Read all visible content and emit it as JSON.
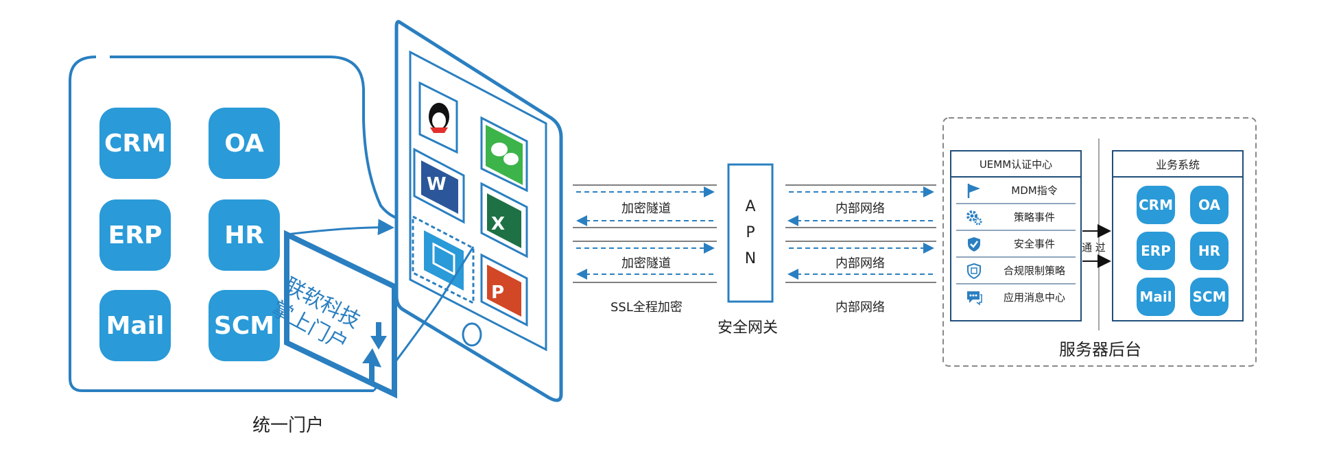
{
  "portal": {
    "tiles": [
      "CRM",
      "OA",
      "ERP",
      "HR",
      "Mail",
      "SCM"
    ],
    "card_text_line1": "联软科技",
    "card_text_line2": "掌上门户",
    "caption": "统一门户"
  },
  "tablet": {
    "apps": [
      "qq-app-icon",
      "wechat-app-icon",
      "word-app-icon",
      "excel-app-icon",
      "portal-app-icon",
      "powerpoint-app-icon"
    ]
  },
  "links_left": {
    "tunnel1": "加密隧道",
    "tunnel2": "加密隧道",
    "ssl": "SSL全程加密"
  },
  "gateway": {
    "letters": [
      "A",
      "P",
      "N"
    ],
    "caption": "安全网关"
  },
  "links_right": {
    "net1": "内部网络",
    "net2": "内部网络",
    "net3": "内部网络"
  },
  "uemm": {
    "title": "UEMM认证中心",
    "features": [
      {
        "label": "MDM指令",
        "icon": "flag-icon"
      },
      {
        "label": "策略事件",
        "icon": "gears-icon"
      },
      {
        "label": "安全事件",
        "icon": "shield-icon"
      },
      {
        "label": "合规限制策略",
        "icon": "restrict-shield-icon"
      },
      {
        "label": "应用消息中心",
        "icon": "message-icon"
      }
    ]
  },
  "pass_label": "通 过",
  "business": {
    "title": "业务系统",
    "tiles": [
      "CRM",
      "OA",
      "ERP",
      "HR",
      "Mail",
      "SCM"
    ]
  },
  "server_caption": "服务器后台",
  "colors": {
    "brand_blue": "#2a9ad8",
    "line_blue": "#2a7fc0",
    "dark_line": "#1f4e7a"
  }
}
